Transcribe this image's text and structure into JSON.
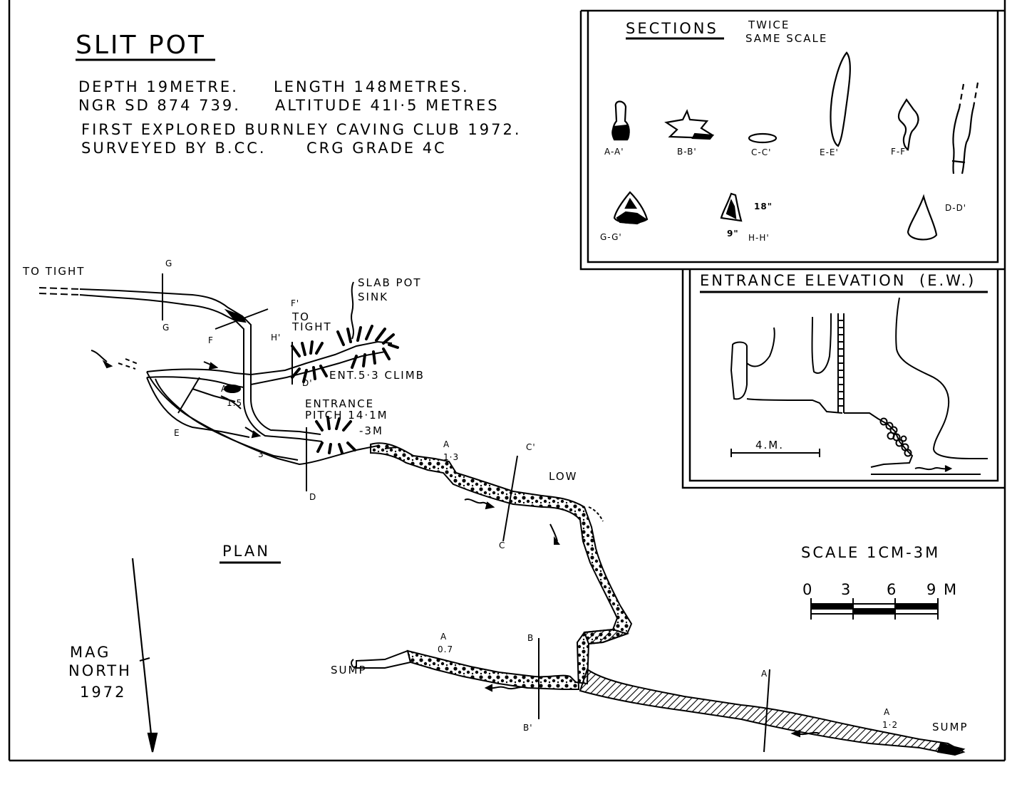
{
  "title": "SLIT POT",
  "info": {
    "line1a": "DEPTH 19METRE.",
    "line1b": "LENGTH 148METRES.",
    "line2a": "NGR SD 874 739.",
    "line2b": "ALTITUDE 41I·5 METRES",
    "line3": "FIRST EXPLORED BURNLEY CAVING CLUB 1972.",
    "line4a": "SURVEYED BY B.CC.",
    "line4b": "CRG GRADE 4C"
  },
  "sections": {
    "heading": "SECTIONS",
    "note_line1": "TWICE",
    "note_line2": "SAME SCALE",
    "labels": [
      "A-A'",
      "B-B'",
      "C-C'",
      "E-E'",
      "F-F'",
      "G-G'",
      "H-H'",
      "D-D'"
    ],
    "dims": [
      "18\"",
      "9\""
    ]
  },
  "elevation": {
    "heading": "ENTRANCE ELEVATION",
    "tag": "(E.W.)",
    "scale_label": "4.M."
  },
  "plan": {
    "heading": "PLAN",
    "labels": {
      "to_tight_west": "TO TIGHT",
      "slab_pot_1": "SLAB POT",
      "slab_pot_2": "SINK",
      "to_tight_1": "TO",
      "to_tight_2": "TIGHT",
      "ent_climb": "ENT.5·3 CLIMB",
      "entrance_pitch_1": "ENTRANCE",
      "entrance_pitch_2": "PITCH 14·1M",
      "depth_3m": "-3M",
      "low": "LOW",
      "sump_west": "SUMP",
      "sump_east": "SUMP",
      "av_15": "AV",
      "v15": "1.5",
      "h13": "1·3",
      "h07": "0.7",
      "h12": "1·2",
      "v3": "3"
    },
    "section_marks": [
      "G",
      "G",
      "F",
      "F'",
      "H'",
      "D'",
      "E",
      "D",
      "C'",
      "C",
      "A",
      "A",
      "A",
      "B",
      "B'",
      "A"
    ]
  },
  "north": {
    "line1": "MAG",
    "line2": "NORTH",
    "line3": "1972"
  },
  "scale": {
    "label": "SCALE 1CM-3M",
    "ticks": [
      "0",
      "3",
      "6",
      "9",
      "M"
    ]
  }
}
